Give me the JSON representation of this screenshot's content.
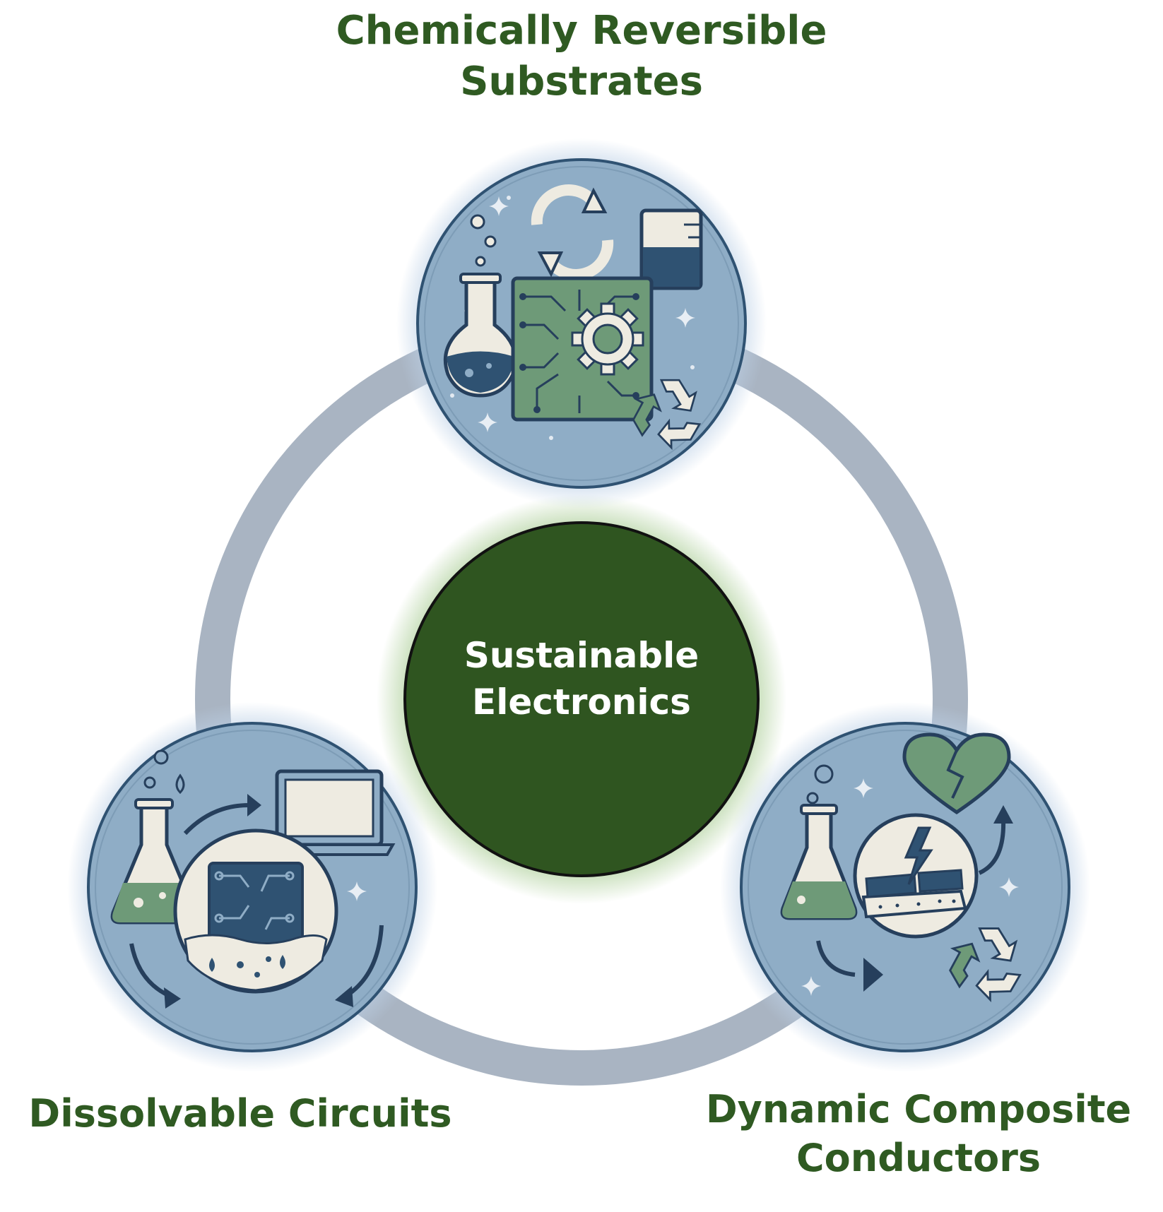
{
  "center": {
    "line1": "Sustainable",
    "line2": "Electronics"
  },
  "nodes": {
    "top": {
      "line1": "Chemically Reversible",
      "line2": "Substrates"
    },
    "left": {
      "line1": "Dissolvable Circuits"
    },
    "right": {
      "line1": "Dynamic Composite",
      "line2": "Conductors"
    }
  },
  "colors": {
    "title_green": "#2f5a22",
    "center_fill": "#2f5520",
    "ring_gray": "#a9b4c2",
    "disc_blue": "#8fadc6",
    "disc_border": "#2f5272",
    "navy": "#263f5c",
    "teal_green": "#6e9a78",
    "cream": "#eeebe1"
  },
  "icons": {
    "top": [
      "flask-icon",
      "recycle-arrows-icon",
      "beaker-icon",
      "circuit-board-icon",
      "gear-icon",
      "recycle-icon",
      "sparkle-icon"
    ],
    "left": [
      "flask-icon",
      "droplet-icon",
      "laptop-icon",
      "dissolving-chip-icon",
      "curved-arrow-icon",
      "sparkle-icon"
    ],
    "right": [
      "flask-icon",
      "broken-heart-icon",
      "composite-layers-icon",
      "lightning-icon",
      "recycle-icon",
      "arrow-icon",
      "sparkle-icon"
    ]
  }
}
